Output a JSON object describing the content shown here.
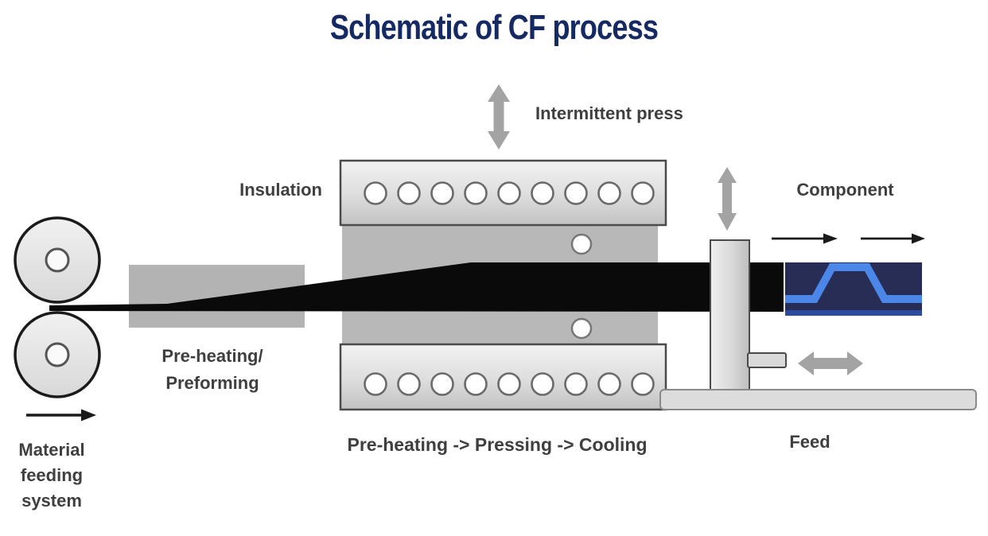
{
  "title": {
    "text": "Schematic of CF process"
  },
  "labels": {
    "insulation": "Insulation",
    "intermittent_press": "Intermittent press",
    "component": "Component",
    "preheating_preforming": {
      "line1": "Pre-heating/",
      "line2": "Preforming"
    },
    "material_feeding": {
      "line1": "Material",
      "line2": "feeding",
      "line3": "system"
    },
    "process_stages": "Pre-heating -> Pressing -> Cooling",
    "feed": "Feed"
  },
  "diagram": {
    "heater_hole_count": 9,
    "feed_roller_count": 2,
    "guide_pin_count": 2
  },
  "icons": {
    "intermittent_press_arrow": "up-down-arrow-icon",
    "puller_arrow": "up-down-arrow-icon",
    "feed_stroke_arrow": "left-right-arrow-icon",
    "material_feed_arrow": "right-arrow-icon",
    "component_out_arrows": "right-arrow-icon"
  },
  "colors": {
    "title_text": "#152a63",
    "label_text": "#3f3f3f",
    "tape_black": "#0a0a0a",
    "preheat_block": "#b3b3b3",
    "press_block": "#b8b8b8",
    "gray_arrow": "#a3a3a3",
    "black_arrow": "#1a1a1a",
    "component_bg": "#272d55",
    "component_bottom_strip": "#2c4a9e",
    "component_profile_blue": "#4a87e8"
  }
}
